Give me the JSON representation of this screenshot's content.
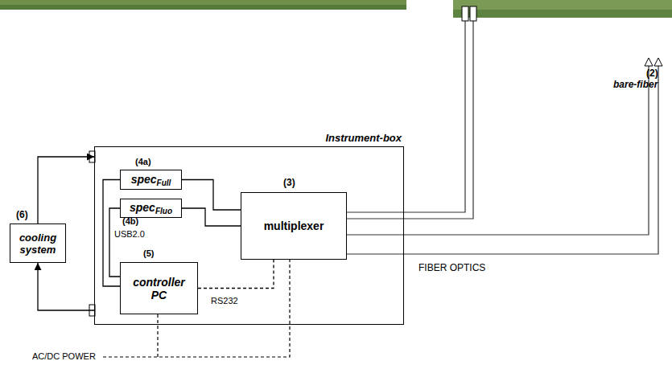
{
  "diagram": {
    "nodes": [
      {
        "text": [
          "Instrument-box"
        ]
      },
      {
        "text": [
          "spec",
          "Full"
        ],
        "in": 0
      },
      {
        "text": [
          "spec",
          "Fluo"
        ],
        "in": 0
      },
      {
        "text": [
          "multiplexer"
        ],
        "in": 0
      },
      {
        "text": [
          "controller PC"
        ],
        "in": 0
      },
      {
        "text": [
          "cooling system"
        ]
      }
    ],
    "edges": [
      {
        "from": 1,
        "to": 3,
        "arrow": "none"
      },
      {
        "from": 2,
        "to": 3,
        "arrow": "none"
      },
      {
        "from": 4,
        "to": 1,
        "arrow": "none"
      },
      {
        "from": 4,
        "to": 2,
        "arrow": "none"
      },
      {
        "from": 4,
        "to": 3,
        "arrow": "none"
      },
      {
        "from": 5,
        "to": 0,
        "arrow": "to"
      },
      {
        "from": 0,
        "to": 5,
        "arrow": "to"
      }
    ],
    "labels": [
      "(2)",
      "bare-fiber",
      "(4a)",
      "(4b)",
      "(3)",
      "(5)",
      "(6)",
      "USB2.0",
      "RS232",
      "FIBER OPTICS",
      "AC/DC POWER"
    ]
  }
}
